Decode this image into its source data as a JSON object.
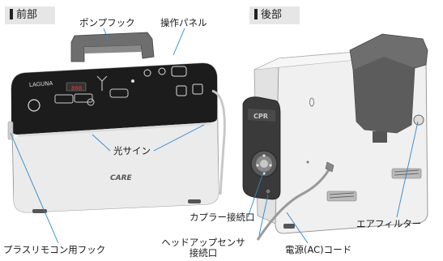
{
  "front_section": {
    "label": "前部"
  },
  "rear_section": {
    "label": "後部"
  },
  "callouts": {
    "pump_hook": "ポンプフック",
    "control_panel": "操作パネル",
    "light_sign": "光サイン",
    "plus_remote_hook": "プラスリモコン用フック",
    "coupler_port": "カプラー接続口",
    "head_up_sensor_line1": "ヘッドアップセンサ",
    "head_up_sensor_line2": "接続口",
    "air_filter": "エアフィルター",
    "power_cord": "電源(AC)コード"
  },
  "device": {
    "brand": "LAGUNA",
    "logo": "CARE",
    "display_digits": "888",
    "rear_plate_text": "CPR"
  },
  "colors": {
    "callout_line": "#2b88c8",
    "label_bg": "#e6e6e6",
    "body_white": "#f3f3f3",
    "panel_black": "#1c1c1c",
    "hook_gray": "#6e6e6e"
  }
}
